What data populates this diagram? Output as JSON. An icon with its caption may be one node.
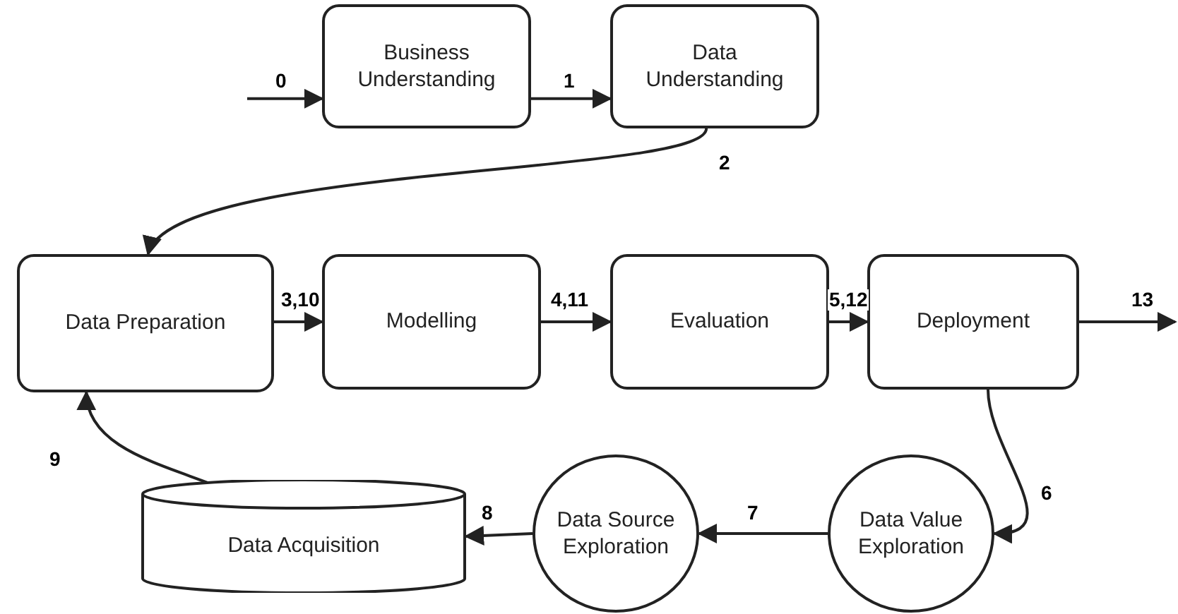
{
  "diagram": {
    "nodes": [
      {
        "text": [
          "Business Understanding"
        ]
      },
      {
        "text": [
          "Data Understanding"
        ]
      },
      {
        "text": [
          "Data Preparation"
        ]
      },
      {
        "text": [
          "Modelling"
        ]
      },
      {
        "text": [
          "Evaluation"
        ]
      },
      {
        "text": [
          "Deployment"
        ]
      },
      {
        "text": [
          "Data Value Exploration"
        ]
      },
      {
        "text": [
          "Data Source Exploration"
        ]
      },
      {
        "text": [
          "Data Acquisition"
        ]
      }
    ],
    "edges": [
      {
        "from": null,
        "to": 0,
        "arrow": "to",
        "label": "0"
      },
      {
        "from": 0,
        "to": 1,
        "arrow": "to",
        "label": "1"
      },
      {
        "from": 1,
        "to": 2,
        "arrow": "to",
        "label": "2"
      },
      {
        "from": 2,
        "to": 3,
        "arrow": "to",
        "label": "3,10"
      },
      {
        "from": 3,
        "to": 4,
        "arrow": "to",
        "label": "4,11"
      },
      {
        "from": 4,
        "to": 5,
        "arrow": "to",
        "label": "5,12"
      },
      {
        "from": 5,
        "to": null,
        "arrow": "to",
        "label": "13"
      },
      {
        "from": 5,
        "to": 6,
        "arrow": "to",
        "label": "6"
      },
      {
        "from": 6,
        "to": 7,
        "arrow": "to",
        "label": "7"
      },
      {
        "from": 7,
        "to": 8,
        "arrow": "to",
        "label": "8"
      },
      {
        "from": 8,
        "to": 2,
        "arrow": "to",
        "label": "9"
      }
    ]
  }
}
